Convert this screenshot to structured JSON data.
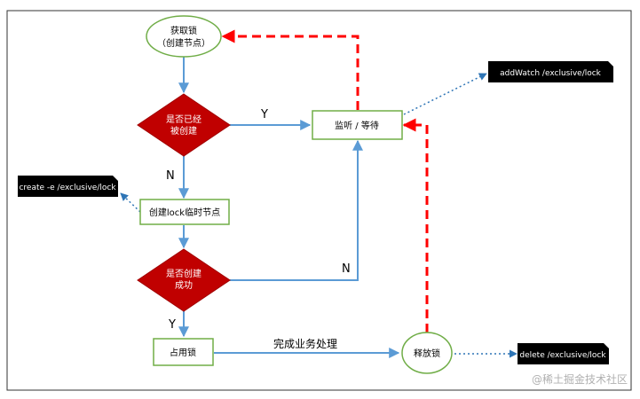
{
  "diagram": {
    "nodes": {
      "acquire": {
        "line1": "获取锁",
        "line2": "（创建节点）"
      },
      "exists_check": {
        "line1": "是否已经",
        "line2": "被创建"
      },
      "listen_wait": {
        "label": "监听 / 等待"
      },
      "create_temp": {
        "label": "创建lock临时节点"
      },
      "create_success_check": {
        "line1": "是否创建",
        "line2": "成功"
      },
      "hold_lock": {
        "label": "占用锁"
      },
      "release": {
        "label": "释放锁"
      }
    },
    "edge_labels": {
      "yes_top": "Y",
      "no_left": "N",
      "no_right": "N",
      "yes_bottom": "Y",
      "business": "完成业务处理"
    },
    "callouts": {
      "create": "create -e /exclusive/lock",
      "addwatch": "addWatch  /exclusive/lock",
      "delete": "delete  /exclusive/lock"
    },
    "watermark": "@稀土掘金技术社区",
    "colors": {
      "node_border": "#70ad47",
      "flow_arrow": "#5b9bd5",
      "decision_fill": "#c00000",
      "notify_arrow": "#ff0000",
      "callout_dots": "#2e75b6",
      "callout_fill": "#000000"
    }
  }
}
